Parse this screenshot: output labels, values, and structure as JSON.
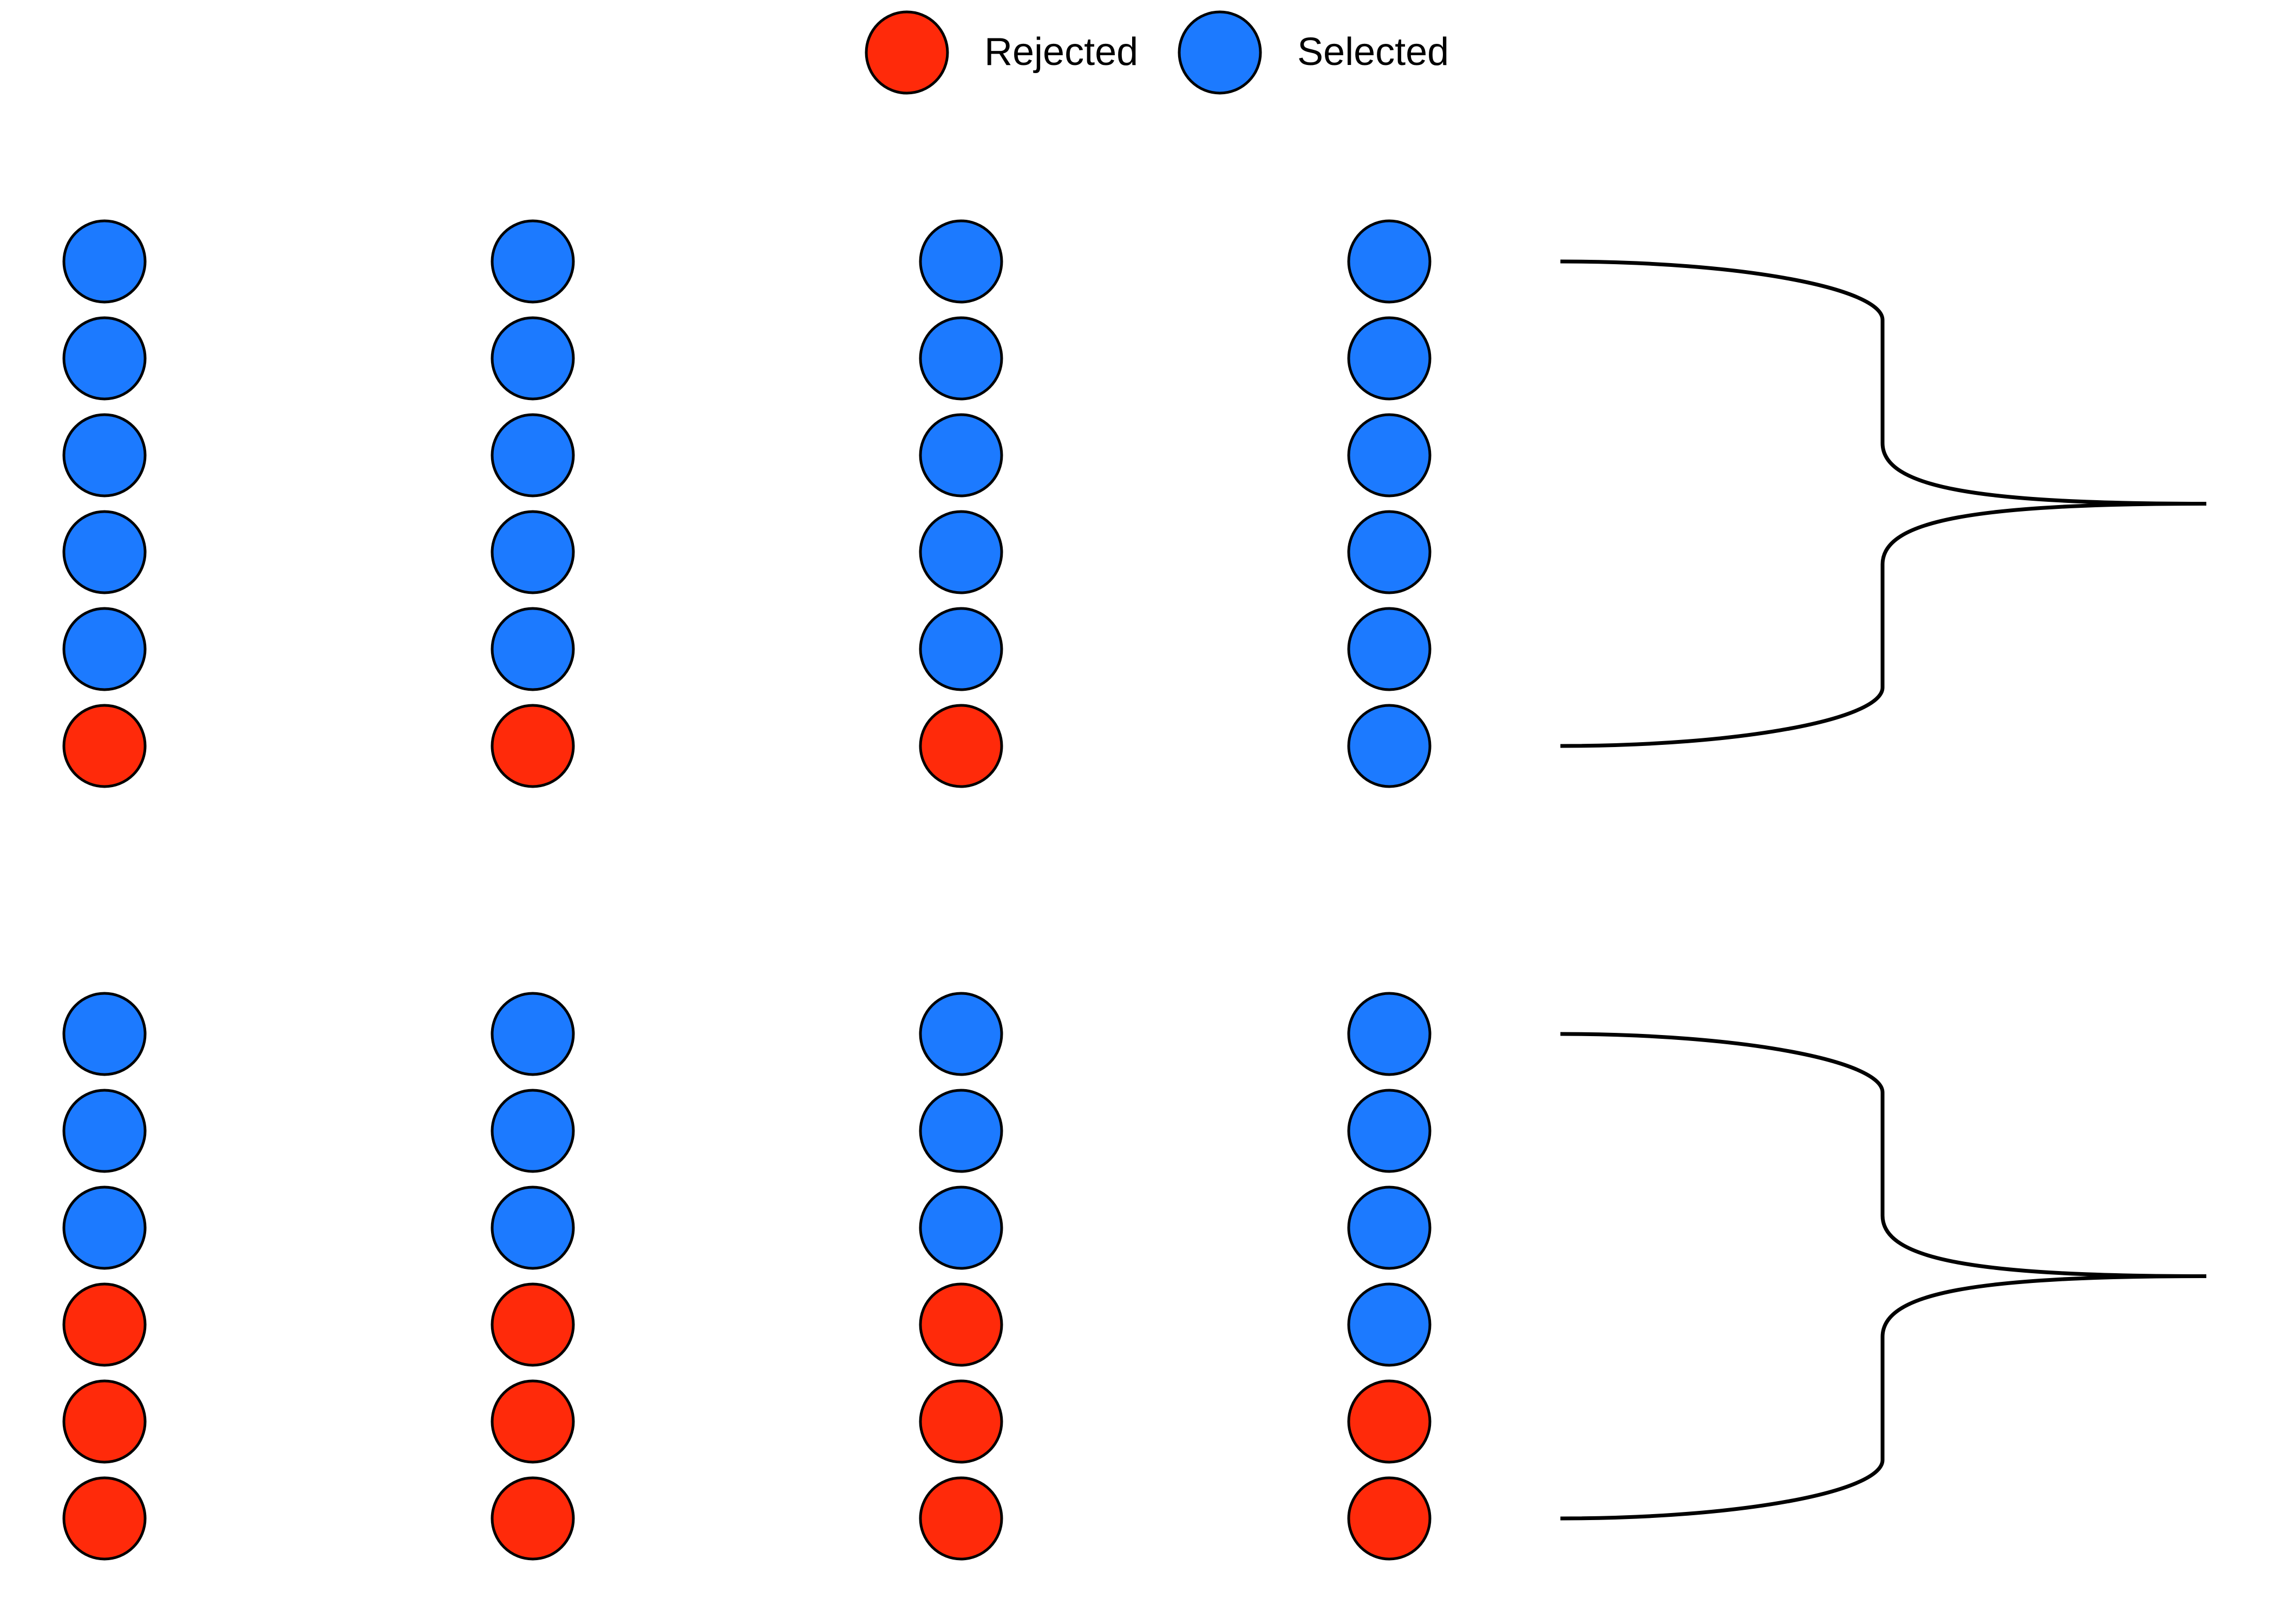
{
  "legend": {
    "items": [
      {
        "key": "rejected",
        "label": "Rejected",
        "color": "#FF2A0A"
      },
      {
        "key": "selected",
        "label": "Selected",
        "color": "#1C7AFF"
      }
    ]
  },
  "colors": {
    "rejected": "#FF2A0A",
    "selected": "#1C7AFF",
    "outline": "#000000",
    "brace": "#000000"
  },
  "groups": [
    {
      "columns": [
        [
          "selected",
          "selected",
          "selected",
          "selected",
          "selected",
          "rejected"
        ],
        [
          "selected",
          "selected",
          "selected",
          "selected",
          "selected",
          "rejected"
        ],
        [
          "selected",
          "selected",
          "selected",
          "selected",
          "selected",
          "rejected"
        ],
        [
          "selected",
          "selected",
          "selected",
          "selected",
          "selected",
          "selected"
        ]
      ],
      "brace_icon": "right-curly-brace"
    },
    {
      "columns": [
        [
          "selected",
          "selected",
          "selected",
          "rejected",
          "rejected",
          "rejected"
        ],
        [
          "selected",
          "selected",
          "selected",
          "rejected",
          "rejected",
          "rejected"
        ],
        [
          "selected",
          "selected",
          "selected",
          "rejected",
          "rejected",
          "rejected"
        ],
        [
          "selected",
          "selected",
          "selected",
          "selected",
          "rejected",
          "rejected"
        ]
      ],
      "brace_icon": "right-curly-brace"
    }
  ]
}
